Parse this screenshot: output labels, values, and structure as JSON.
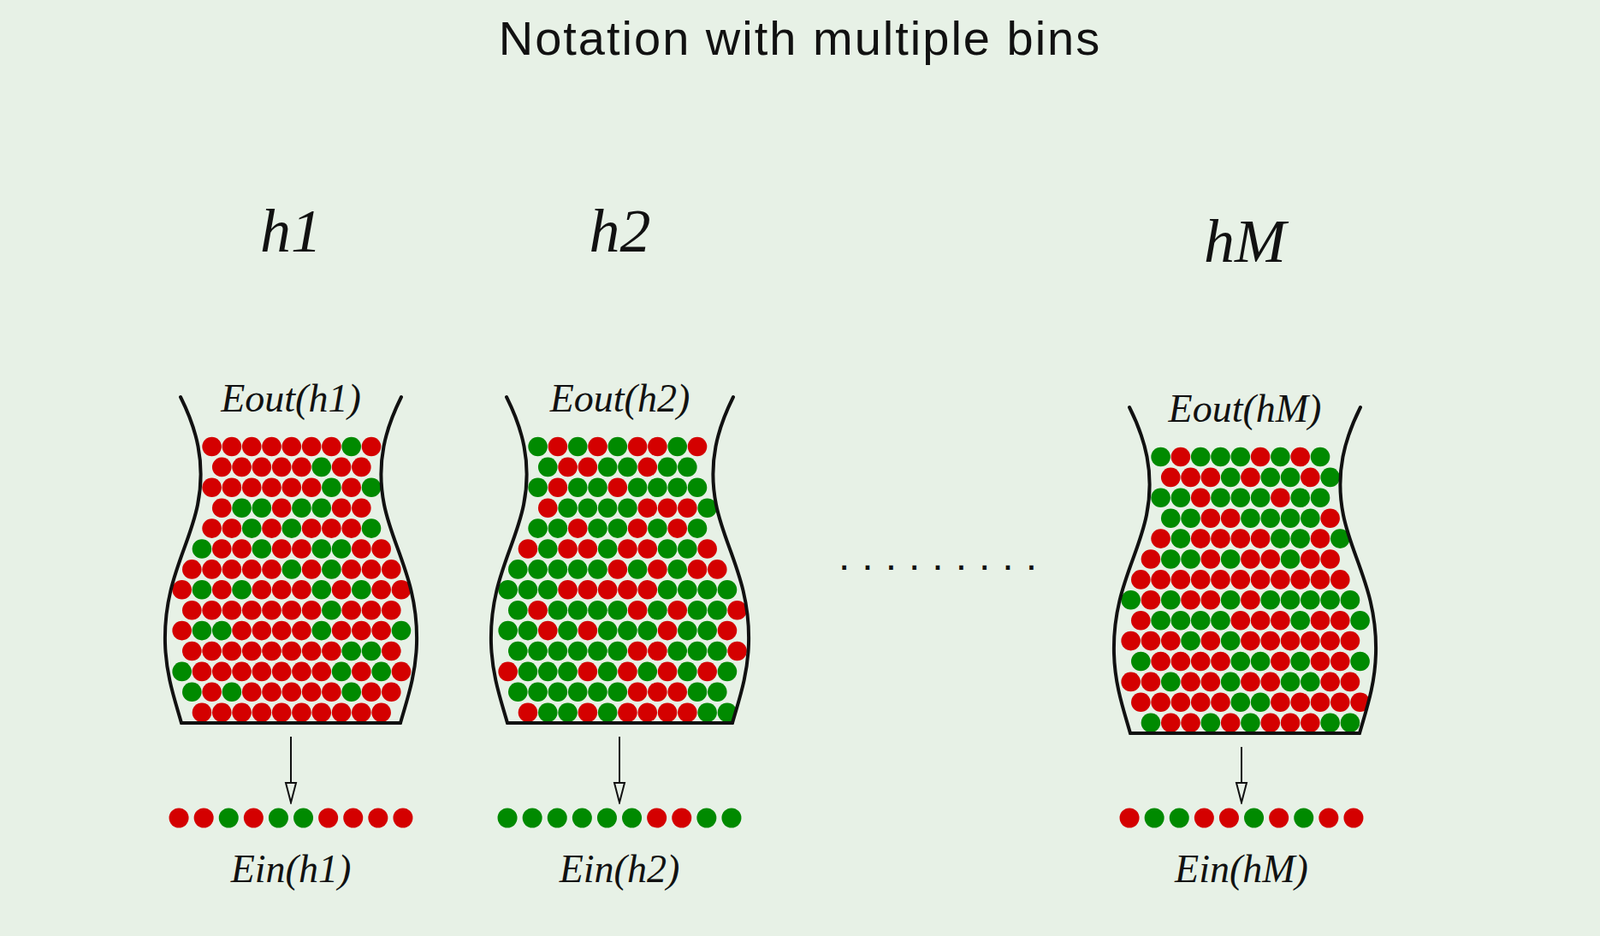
{
  "diagram": {
    "title": "Notation with multiple bins",
    "nodes": [
      {
        "text": [
          "h1",
          "Eout(h1)"
        ]
      },
      {
        "text": [
          "h2",
          "Eout(h2)"
        ]
      },
      {
        "text": [
          "hM",
          "Eout(hM)"
        ]
      },
      {
        "text": [
          "Ein(h1)"
        ]
      },
      {
        "text": [
          "Ein(h2)"
        ]
      },
      {
        "text": [
          "Ein(hM)"
        ]
      }
    ],
    "edges": [
      {
        "from": 0,
        "to": 3,
        "arrow": "to"
      },
      {
        "from": 1,
        "to": 4,
        "arrow": "to"
      },
      {
        "from": 2,
        "to": 5,
        "arrow": "to"
      }
    ],
    "labels": [
      "........."
    ]
  }
}
